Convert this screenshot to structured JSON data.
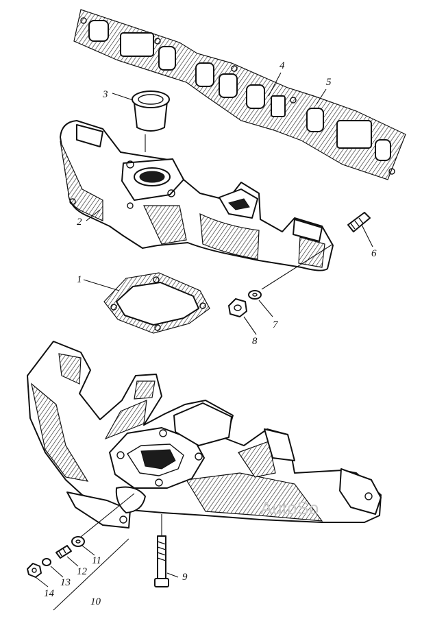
{
  "callouts": {
    "c1": "1",
    "c2": "2",
    "c3": "3",
    "c4": "4",
    "c5": "5",
    "c6": "6",
    "c7": "7",
    "c8": "8",
    "c9": "9",
    "c10": "10",
    "c11": "11",
    "c12": "12",
    "c13": "13",
    "c14": "14"
  },
  "watermark": "AutoSo",
  "colors": {
    "ink": "#111111",
    "paper": "#ffffff",
    "watermark": "#c9c9c9"
  }
}
